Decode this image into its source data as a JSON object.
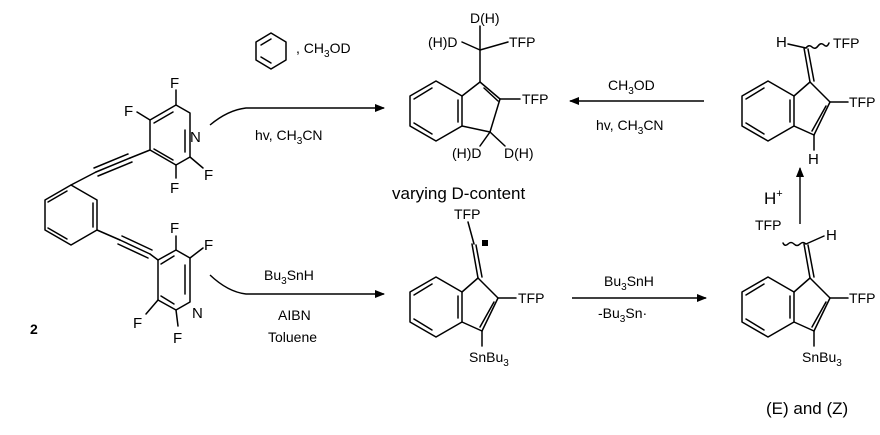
{
  "compound_label": "2",
  "reagents": {
    "r1_solvent": "CH3OD",
    "r1_cond": "hv, CH3CN",
    "r2_solvent": "CH3OD",
    "r2_cond": "hv, CH3CN",
    "r3_top": "Bu3SnH",
    "r3_mid": "AIBN",
    "r3_bot": "Toluene",
    "r4_top": "Bu3SnH",
    "r4_bot": "-Bu3Sn·",
    "acid": "H+"
  },
  "captions": {
    "d_content": "varying D-content",
    "isomers": "(E) and (Z)"
  },
  "labels": {
    "F": "F",
    "N": "N",
    "H": "H",
    "TFP": "TFP",
    "DH": "D(H)",
    "HD": "(H)D",
    "SnBu3": "SnBu3"
  }
}
